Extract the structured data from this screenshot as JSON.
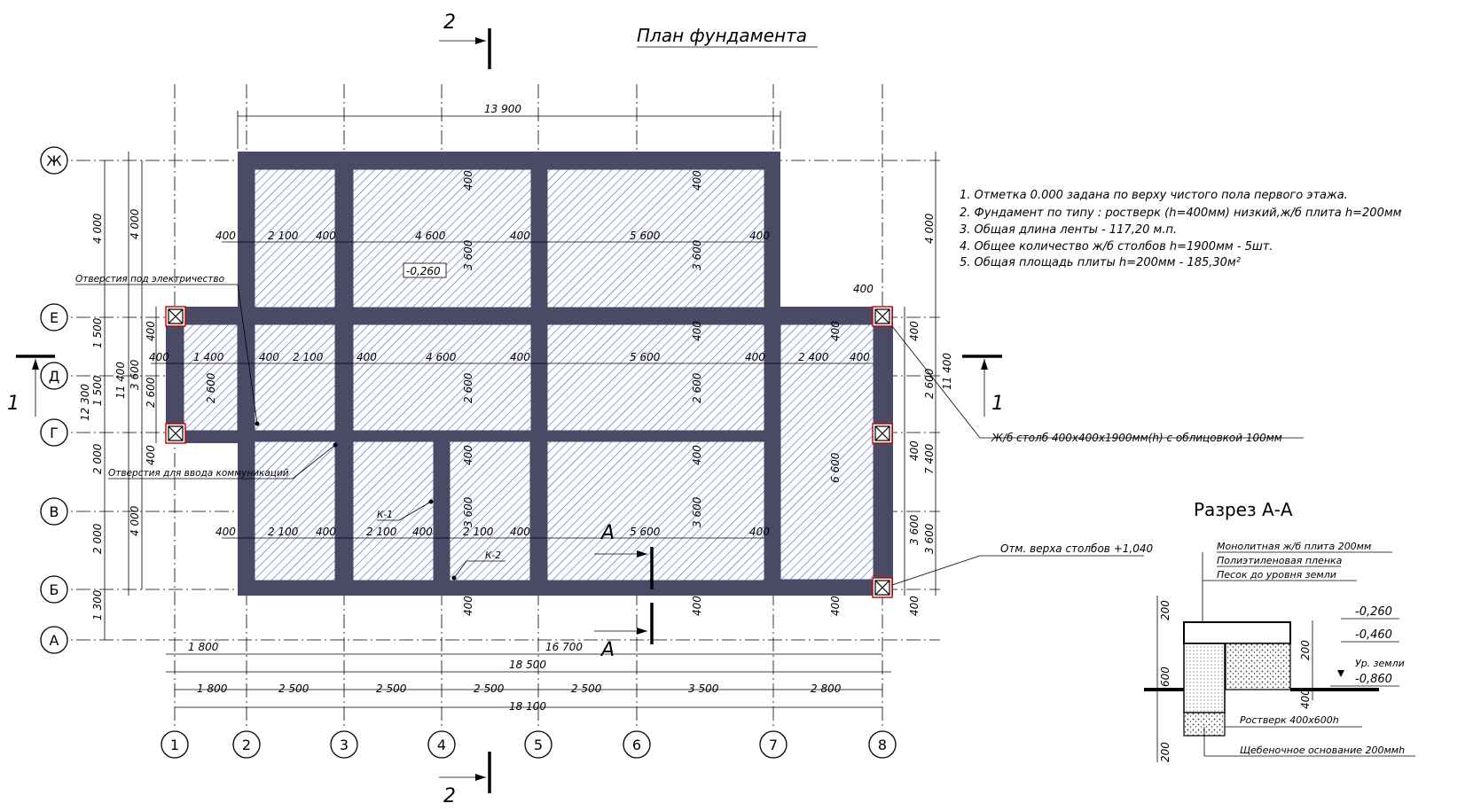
{
  "title": "План фундамента",
  "notes": [
    "1. Отметка 0.000 задана по верху чистого пола первого этажа.",
    "2. Фундамент по типу : ростверк (h=400мм) низкий,ж/б плита h=200мм",
    "3. Общая длина ленты              - 117,20 м.п.",
    "4. Общее количество ж/б столбов h=1900мм  - 5шт.",
    "5. Общая площадь плиты h=200мм      - 185,30м²"
  ],
  "col_axes": [
    "1",
    "2",
    "3",
    "4",
    "5",
    "6",
    "7",
    "8"
  ],
  "row_axes": [
    "Ж",
    "Е",
    "Д",
    "Г",
    "В",
    "Б",
    "А"
  ],
  "col_spans": [
    "1 800",
    "2 500",
    "2 500",
    "2 500",
    "2 500",
    "3 500",
    "2 800"
  ],
  "overall": {
    "top": "13 900",
    "bottom_1": "16 700",
    "bottom_1_left": "1 800",
    "bottom_2": "18 500",
    "bottom_3": "18 100"
  },
  "left_dims_outer": [
    "4 000",
    "1 500",
    "1 500",
    "2 000",
    "2 000",
    "1 300"
  ],
  "left_dims_mid": [
    "4 000",
    "3 600",
    "4 000"
  ],
  "left_totals": [
    "11 400",
    "12 300"
  ],
  "right_dims": [
    "4 000",
    "2 600",
    "3 600"
  ],
  "right_totals": [
    "11 400",
    "7 400"
  ],
  "cuts": {
    "c1": "1",
    "c2": "2",
    "a": "А"
  },
  "section": {
    "title": "Разрез А-А",
    "layers": [
      "Монолитная ж/б плита 200мм",
      "Полиэтиленовая пленка",
      "Песок до уровня земли"
    ],
    "levels": [
      "-0,260",
      "-0,460",
      "-0,860"
    ],
    "ground": "Ур. земли",
    "rostverk": "Ростверк 400x600h",
    "gravel": "Щебеночное основание 200ммh",
    "dims": [
      "200",
      "600",
      "200",
      "200",
      "400"
    ]
  },
  "callouts": {
    "elec": "Отверстия под электричество",
    "comm": "Отверстия для ввода коммуникаций",
    "post": "Ж/б столб 400x400x1900мм(h) с облицовкой 100мм",
    "post_top": "Отм. верха столбов +1,040",
    "level": "-0,260",
    "k1": "К-1",
    "k2": "К-2"
  },
  "cell_dims": {
    "w400": "400",
    "r1": [
      "2 100",
      "4 600",
      "5 600"
    ],
    "r2": [
      "1 400",
      "2 100",
      "4 600",
      "5 600",
      "2 400"
    ],
    "r3": [
      "2 100",
      "2 100",
      "2 100",
      "5 600"
    ],
    "v": [
      "3 600",
      "3 600",
      "2 600",
      "2 600",
      "2 600",
      "2 600",
      "3 600",
      "3 600",
      "6 600",
      "3 600"
    ]
  },
  "colors": {
    "wall": "#4a4a66",
    "hatch": "#3a4fd8",
    "post": "#c00000"
  }
}
